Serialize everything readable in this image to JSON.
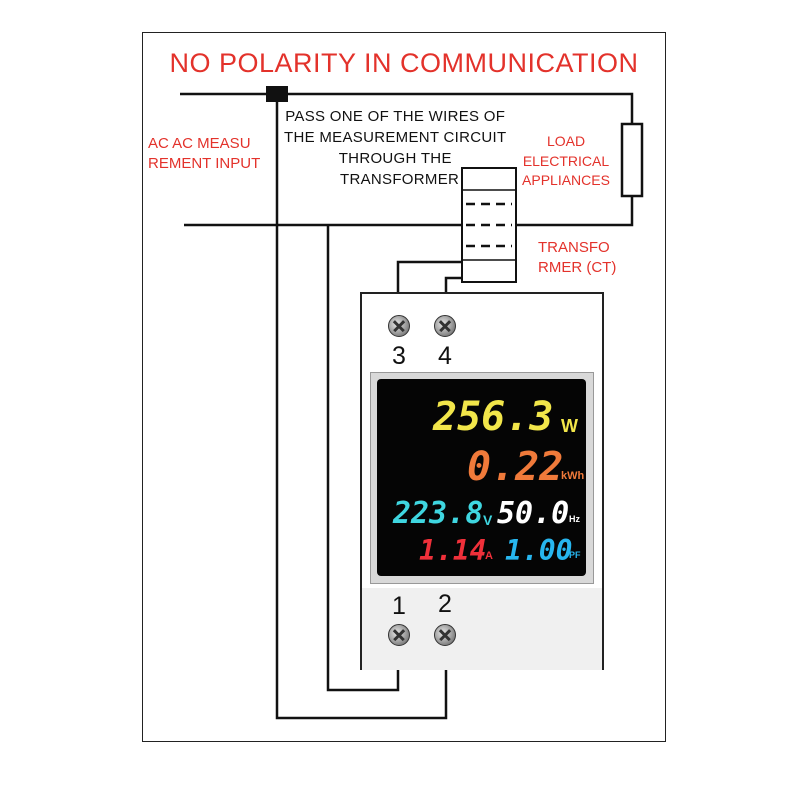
{
  "title": "NO POLARITY IN COMMUNICATION",
  "labels": {
    "ac_input": [
      "AC AC MEASU",
      "REMENT INPUT"
    ],
    "pass_wire": [
      "PASS ONE OF THE WIRES OF",
      "THE MEASUREMENT CIRCUIT",
      "THROUGH THE",
      "TRANSFORMER"
    ],
    "load": [
      "LOAD",
      "ELECTRICAL",
      "APPLIANCES"
    ],
    "transformer": [
      "TRANSFO",
      "RMER (CT)"
    ]
  },
  "terminals": {
    "t3": "3",
    "t4": "4",
    "t1": "1",
    "t2": "2"
  },
  "display": {
    "power": {
      "value": "256.3",
      "unit": "W"
    },
    "energy": {
      "value": "0.22",
      "unit": "kWh"
    },
    "voltage": {
      "value": "223.8",
      "unit": "V"
    },
    "frequency": {
      "value": "50.0",
      "unit": "Hz"
    },
    "current": {
      "value": "1.14",
      "unit": "A"
    },
    "power_factor": {
      "value": "1.00",
      "unit": "PF"
    }
  },
  "colors": {
    "label_red": "#e3322b",
    "power": "#f2e64a",
    "energy": "#f07a3a",
    "voltage": "#3fd6e0",
    "frequency": "#ffffff",
    "current": "#f0303a",
    "power_factor": "#27b6ef"
  }
}
